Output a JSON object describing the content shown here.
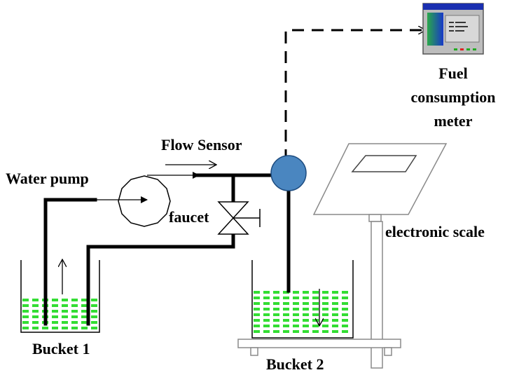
{
  "labels": {
    "water_pump": "Water pump",
    "flow_sensor": "Flow Sensor",
    "faucet": "faucet",
    "fuel_meter_line1": "Fuel",
    "fuel_meter_line2": "consumption",
    "fuel_meter_line3": "meter",
    "electronic_scale": "electronic scale",
    "bucket1": "Bucket 1",
    "bucket2": "Bucket 2"
  },
  "colors": {
    "pipe": "#000000",
    "water": "#33dd33",
    "sensor": "#4a86c0",
    "meter_title_bar": "#1a2fb0",
    "meter_panel": "#bdbdbd",
    "scale": "#8a8a8a"
  },
  "icons": {
    "pump": "pump-icon",
    "faucet": "valve-icon",
    "sensor": "flow-sensor-icon",
    "meter": "monitor-window-icon",
    "scale": "platform-scale-icon"
  }
}
